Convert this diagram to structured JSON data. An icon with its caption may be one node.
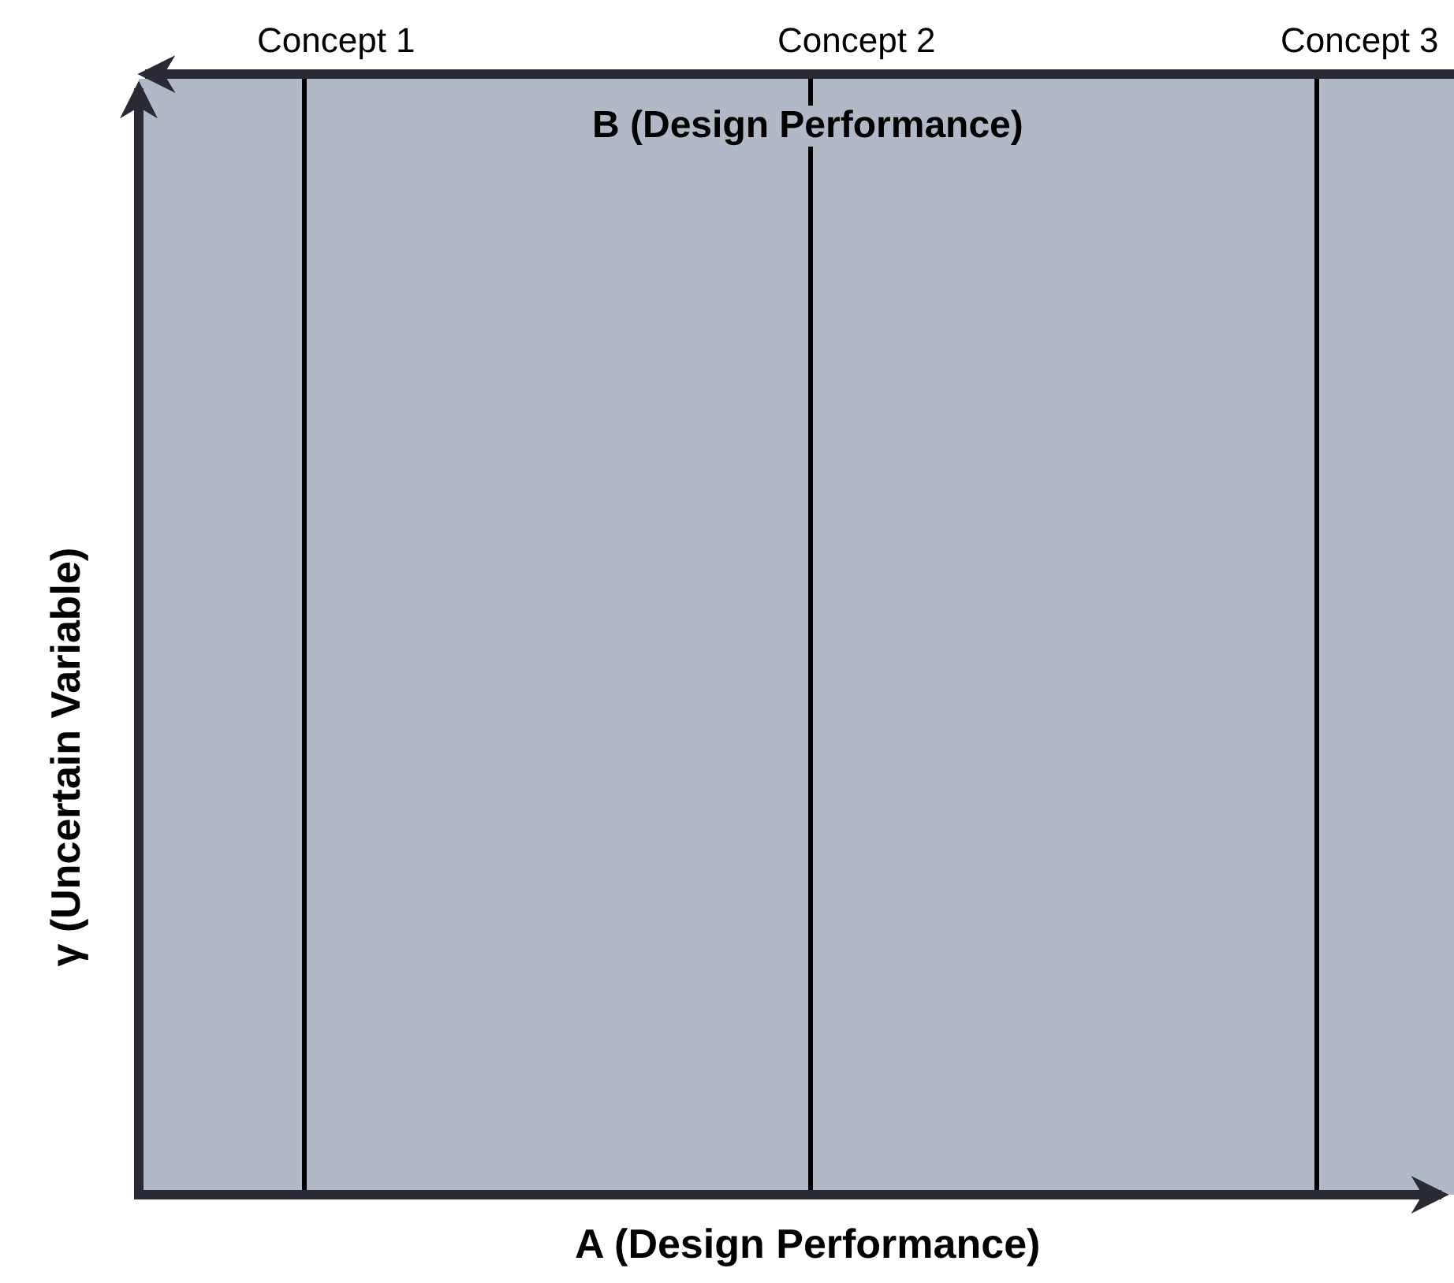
{
  "diagram": {
    "labels": [
      "Concept 1",
      "Concept 2",
      "Concept 3",
      "B (Design Performance)",
      "γ (Uncertain Variable)",
      "A (Design Performance)"
    ]
  }
}
